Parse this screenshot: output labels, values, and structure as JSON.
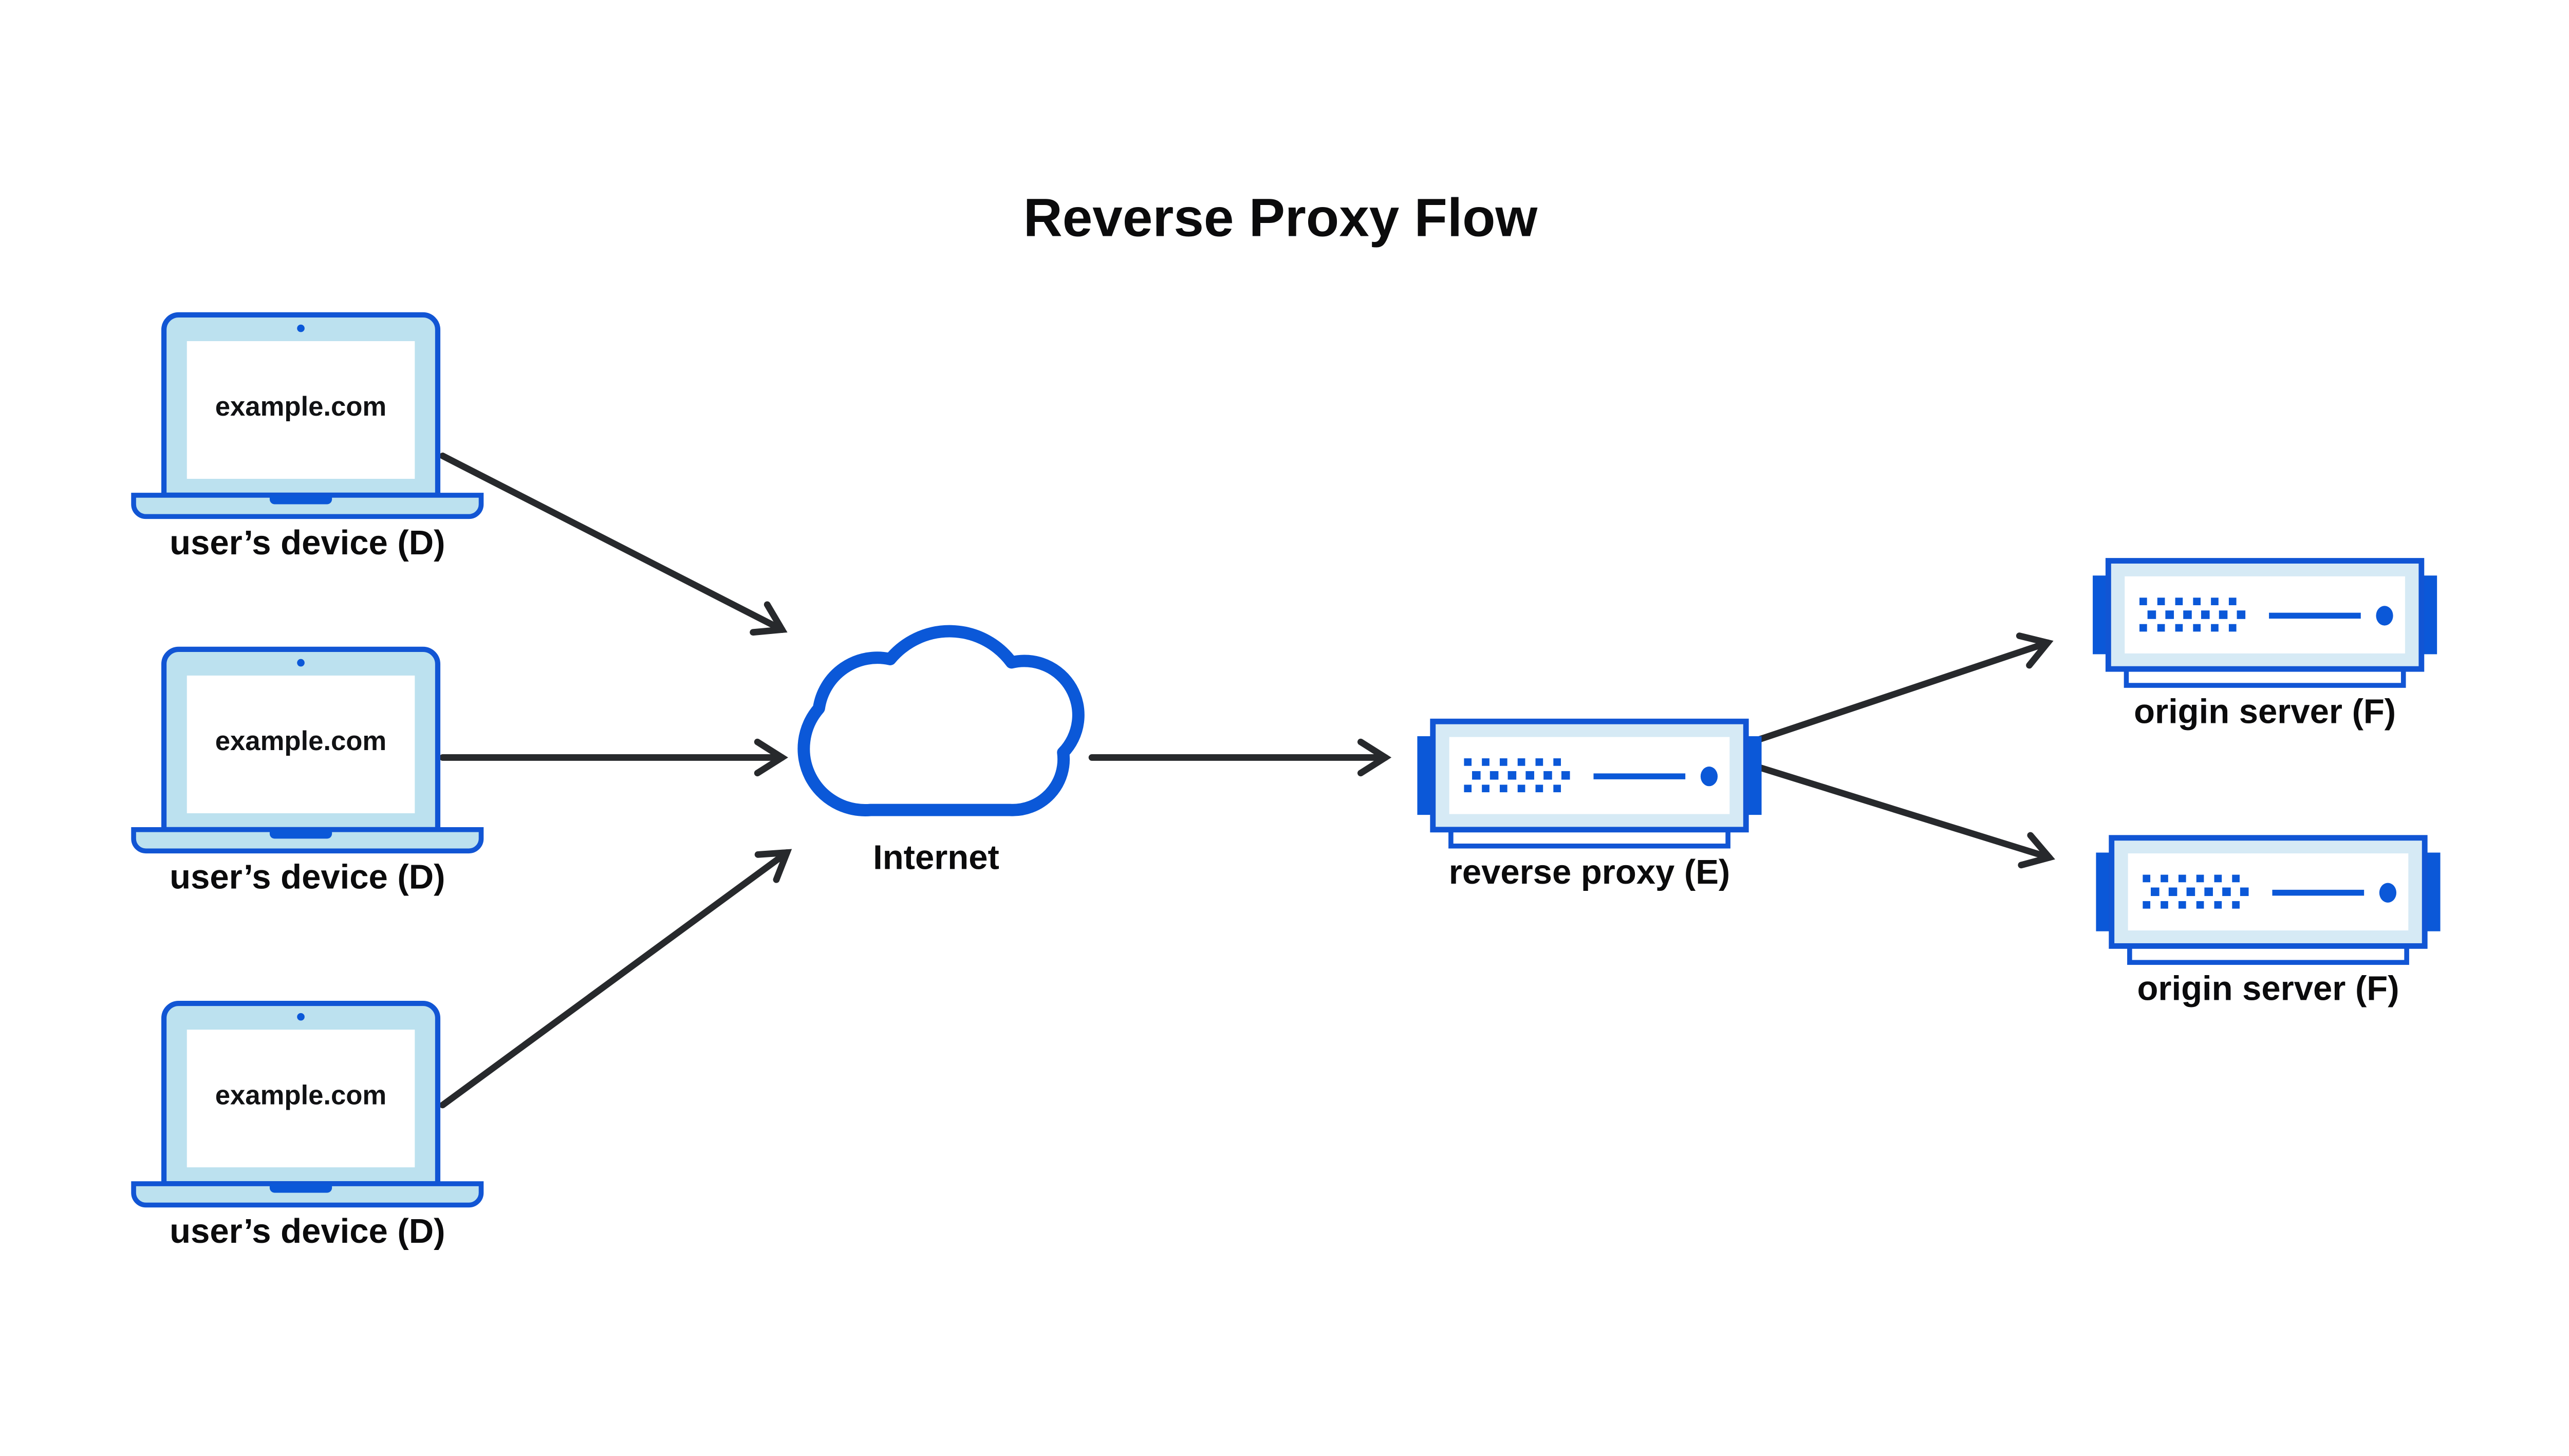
{
  "title": "Reverse Proxy Flow",
  "colors": {
    "outline_blue": "#1155d4",
    "solid_blue": "#0b58d8",
    "laptop_fill": "#bce1ef",
    "server_frame_fill": "#d6eaf5",
    "panel_white": "#ffffff",
    "arrow": "#27292c",
    "text": "#0b0b0c",
    "background": "#ffffff"
  },
  "nodes": {
    "devices": [
      {
        "id": "device-1",
        "screen_text": "example.com",
        "label": "user’s device (D)"
      },
      {
        "id": "device-2",
        "screen_text": "example.com",
        "label": "user’s device (D)"
      },
      {
        "id": "device-3",
        "screen_text": "example.com",
        "label": "user’s device (D)"
      }
    ],
    "internet": {
      "label": "Internet"
    },
    "reverse_proxy": {
      "label": "reverse proxy (E)"
    },
    "origin_servers": [
      {
        "id": "origin-1",
        "label": "origin server (F)"
      },
      {
        "id": "origin-2",
        "label": "origin server (F)"
      }
    ]
  },
  "edges": [
    {
      "from": "device-1",
      "to": "internet"
    },
    {
      "from": "device-2",
      "to": "internet"
    },
    {
      "from": "device-3",
      "to": "internet"
    },
    {
      "from": "internet",
      "to": "reverse-proxy"
    },
    {
      "from": "reverse-proxy",
      "to": "origin-1"
    },
    {
      "from": "reverse-proxy",
      "to": "origin-2"
    }
  ]
}
